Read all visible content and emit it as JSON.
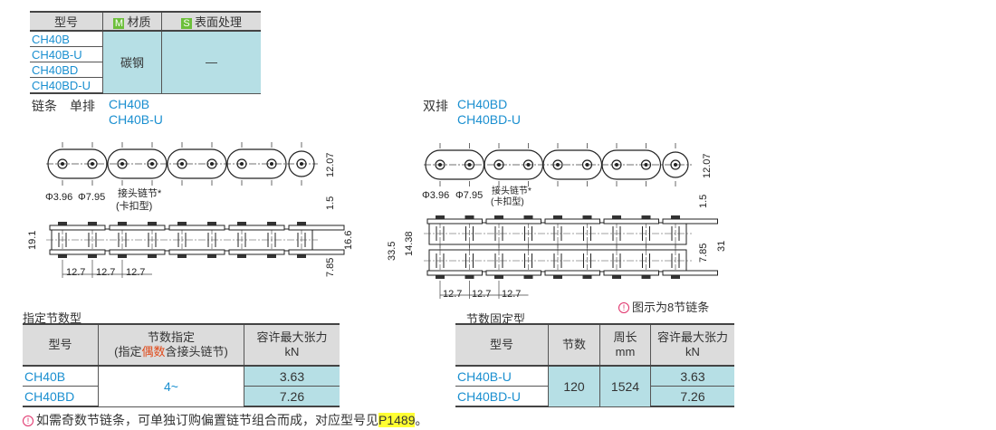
{
  "spec_table": {
    "headers": {
      "model": "型号",
      "material_badge": "M",
      "material": "材质",
      "surface_badge": "S",
      "surface": "表面处理"
    },
    "models": [
      "CH40B",
      "CH40B-U",
      "CH40BD",
      "CH40BD-U"
    ],
    "material": "碳钢",
    "surface": "—"
  },
  "single": {
    "label": "链条　单排",
    "models": [
      "CH40B",
      "CH40B-U"
    ]
  },
  "double": {
    "label": "双排",
    "models": [
      "CH40BD",
      "CH40BD-U"
    ]
  },
  "drawing_labels": {
    "pin_dia": "Φ3.96",
    "roller_dia": "Φ7.95",
    "joint": "接头链节*",
    "joint_type": "(卡扣型)",
    "height": "12.07",
    "pitch": "12.7",
    "plate": "1.5",
    "width_single": "19.1",
    "inner_single": "16.6",
    "offset": "7.85",
    "width_double": "33.5",
    "transverse": "14.38",
    "inner_double": "31"
  },
  "figure_note": "图示为8节链条",
  "specified_type": {
    "title": "指定节数型",
    "headers": {
      "model": "型号",
      "links_line1": "节数指定",
      "links_pre": "(指定",
      "links_even": "偶数",
      "links_post": "含接头链节)",
      "tension": "容许最大张力",
      "unit": "kN"
    },
    "rows": [
      {
        "model": "CH40B",
        "tension": "3.63"
      },
      {
        "model": "CH40BD",
        "tension": "7.26"
      }
    ],
    "links": "4~"
  },
  "fixed_type": {
    "title": "节数固定型",
    "headers": {
      "model": "型号",
      "links": "节数",
      "length": "周长",
      "length_unit": "mm",
      "tension": "容许最大张力",
      "unit": "kN"
    },
    "rows": [
      {
        "model": "CH40B-U",
        "tension": "3.63"
      },
      {
        "model": "CH40BD-U",
        "tension": "7.26"
      }
    ],
    "links": "120",
    "length": "1524"
  },
  "footer": {
    "text": "如需奇数节链条，可单独订购偏置链节组合而成，对应型号见",
    "link": "P1489",
    "end": "。"
  },
  "colors": {
    "accent": "#1a8fd0",
    "cell": "#b6dfe5",
    "highlight": "#ffff33"
  }
}
